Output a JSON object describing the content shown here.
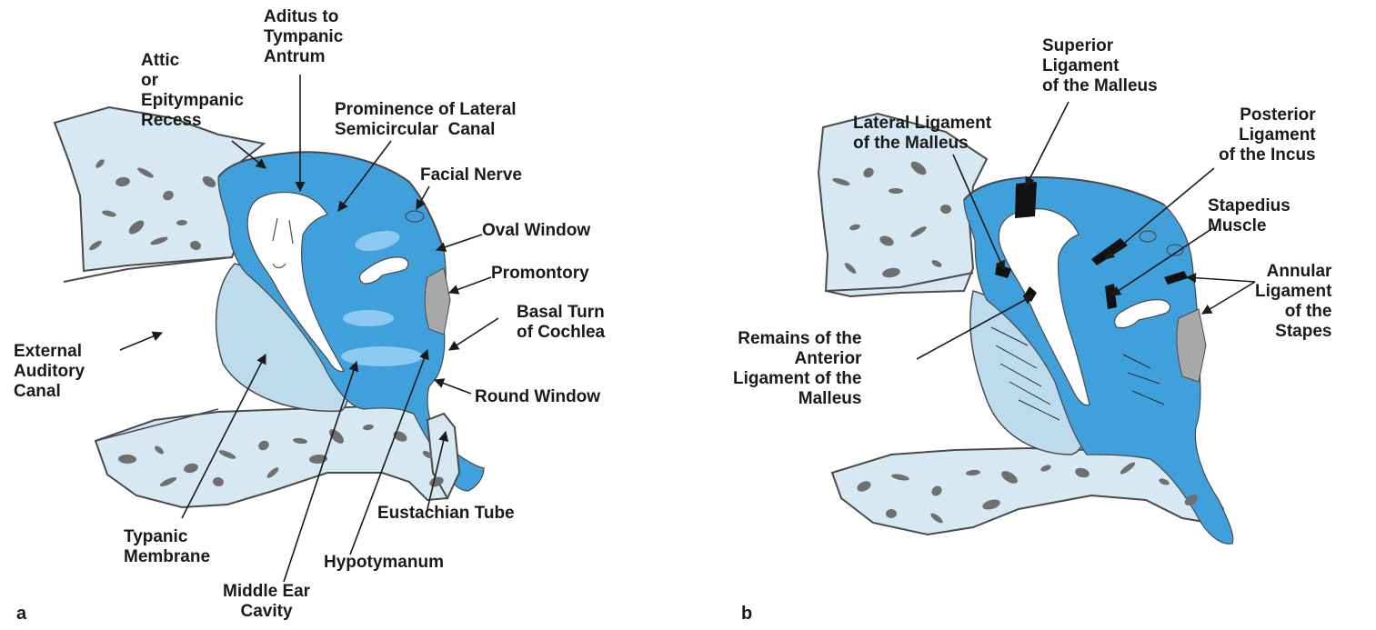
{
  "colors": {
    "bone": "#d6e8f2",
    "bone_outline": "#4a4a4a",
    "bone_spots": "#6f6f6f",
    "cavity": "#3fa0dc",
    "cavity_light": "#8cc8ef",
    "membrane": "#bcdcee",
    "ossicle": "#ffffff",
    "ligament": "#111111",
    "gray_bone": "#a8a8a8"
  },
  "panel_a": {
    "letter": "a",
    "labels": {
      "aditus": "Aditus to\nTympanic\nAntrum",
      "attic": "Attic\nor\nEpitympanic\nRecess",
      "prominence": "Prominence of Lateral\nSemicircular  Canal",
      "facial_nerve": "Facial Nerve",
      "oval_window": "Oval Window",
      "promontory": "Promontory",
      "basal_turn": "Basal Turn\nof Cochlea",
      "external_canal": "External\nAuditory\nCanal",
      "round_window": "Round Window",
      "eustachian": "Eustachian Tube",
      "typanic_membrane": "Typanic\nMembrane",
      "hypotympanum": "Hypotymanum",
      "middle_ear": "Middle Ear\nCavity"
    }
  },
  "panel_b": {
    "letter": "b",
    "labels": {
      "superior_lig": "Superior\nLigament\nof the Malleus",
      "lateral_lig": "Lateral Ligament\nof the Malleus",
      "posterior_lig": "Posterior\nLigament\nof the Incus",
      "stapedius": "Stapedius\nMuscle",
      "annular_lig": "Annular\nLigament\nof the\nStapes",
      "anterior_lig": "Remains of the\nAnterior\nLigament of the\nMalleus"
    }
  }
}
